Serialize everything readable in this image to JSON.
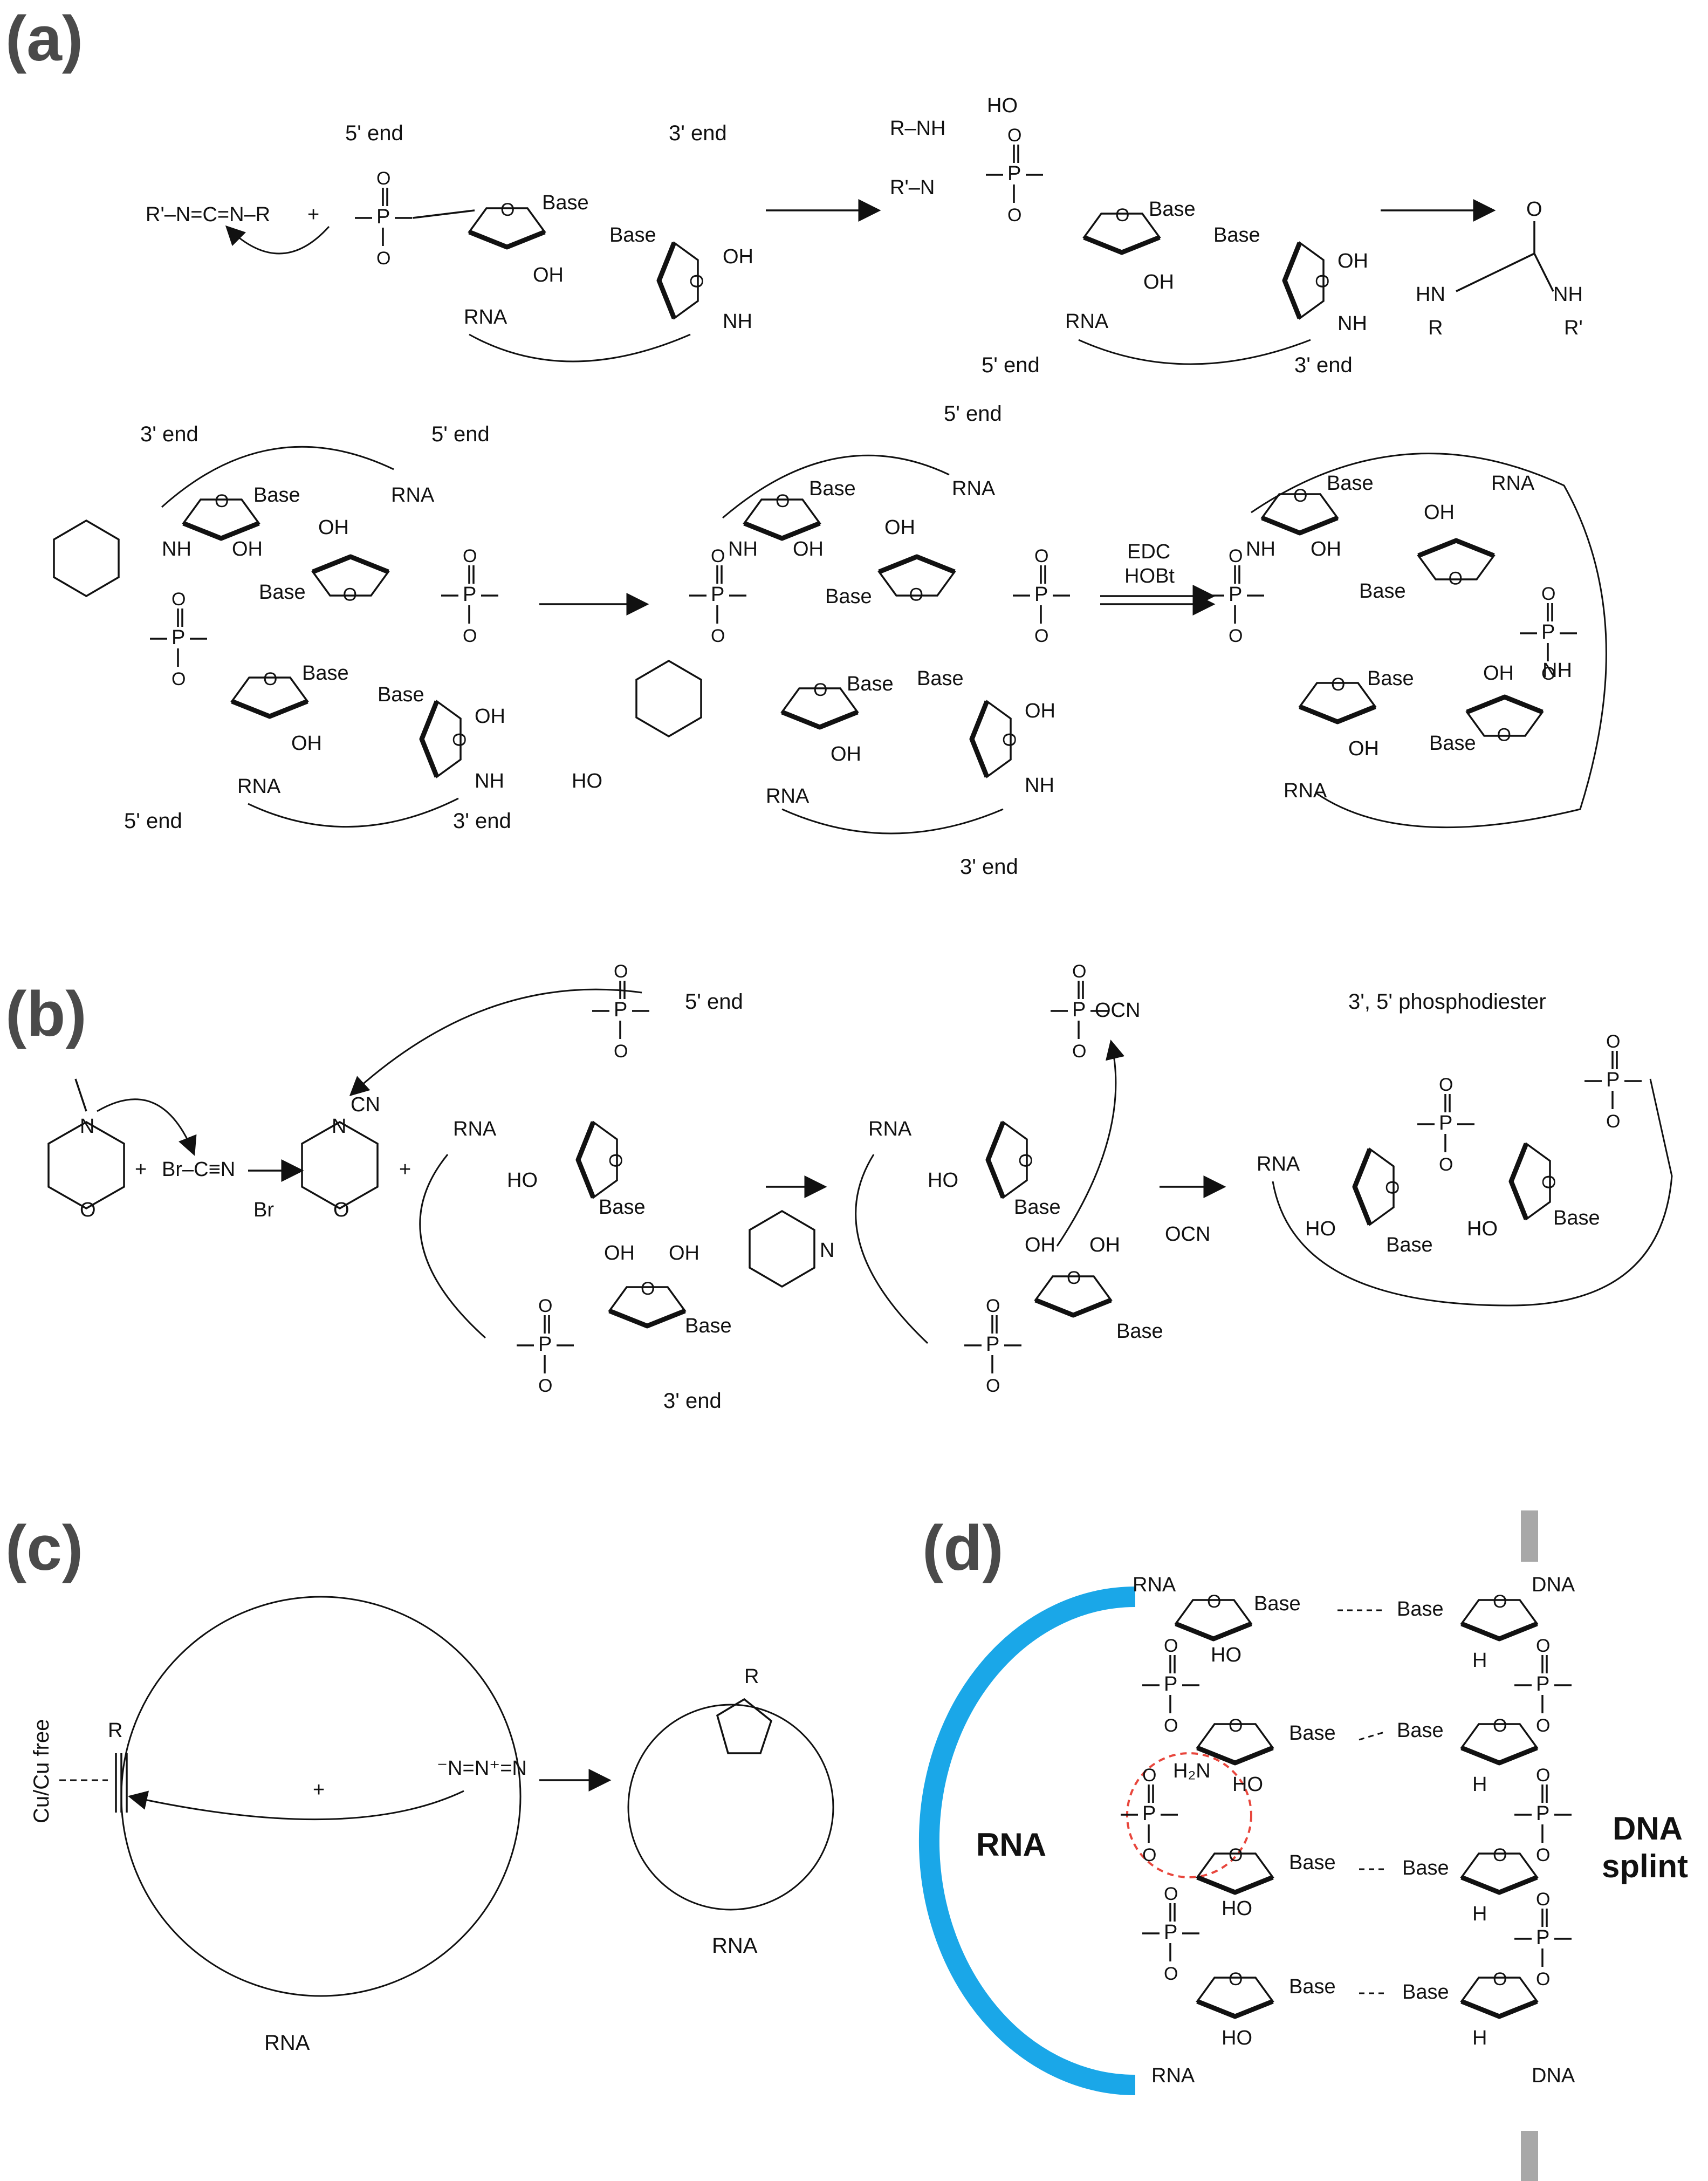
{
  "panels": {
    "a": {
      "label": "(a)",
      "five_end": "5' end",
      "three_end": "3' end",
      "base": "Base",
      "rna": "RNA",
      "oh": "OH",
      "nh2": "NH",
      "nh": "NH",
      "reagent_1": "EDC",
      "reagent_2": "HOBt",
      "urea_hn": "HN",
      "urea_nh": "NH",
      "urea_r": "R",
      "urea_r2": "R'"
    },
    "b": {
      "label": "(b)",
      "five_end": "5' end",
      "three_end": "3' end",
      "product": "3', 5' phosphodiester",
      "cyanate": "OCN",
      "bromide": "Br",
      "cyanogen": "Br–C≡N",
      "rna": "RNA",
      "base": "Base",
      "ho": "HO",
      "oh": "OH"
    },
    "c": {
      "label": "(c)",
      "catalyst": "Cu/Cu free",
      "substituent": "R",
      "rna": "RNA",
      "plus": "+"
    },
    "d": {
      "label": "(d)",
      "rna_big": "RNA",
      "dna_big": "DNA",
      "dna_big_2": "splint",
      "rna": "RNA",
      "dna": "DNA",
      "base": "Base",
      "ho": "HO",
      "h": "H",
      "h2n": "H₂N"
    }
  },
  "colors": {
    "panel_label": "#4a4a4a",
    "rna_arc": "#1aa7e8",
    "highlight_circle": "#e8463c",
    "dna_bar": "#a8a8a8"
  }
}
